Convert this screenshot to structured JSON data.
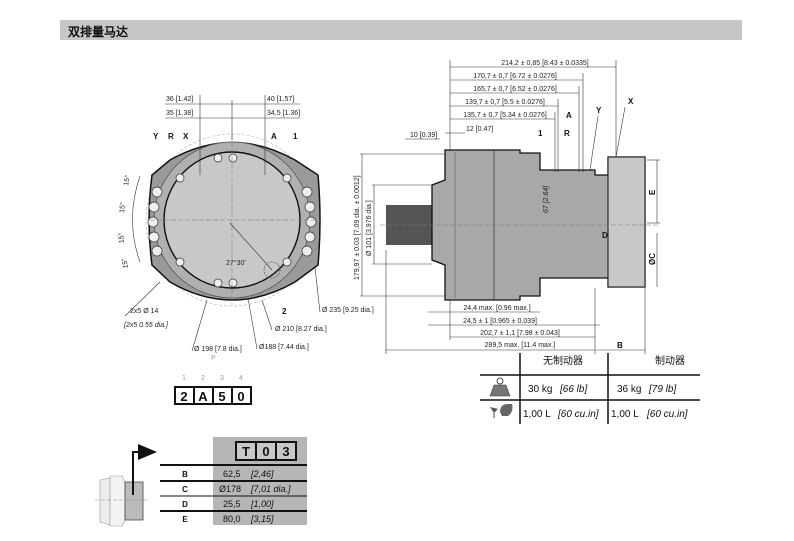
{
  "header": {
    "title": "双排量马达"
  },
  "front_view": {
    "dims": [
      "36 [1.42]",
      "35 [1.38]",
      "40 [1.57]",
      "34,5 [1.36]"
    ],
    "labels": [
      "Y",
      "R",
      "X",
      "A",
      "1",
      "2",
      "P"
    ],
    "angles": [
      "15°",
      "15°",
      "15°",
      "15°",
      "27°30'"
    ],
    "holes": "2x5 Ø 14",
    "holes_in": "[2x5 0.55 dia.]",
    "d235": "Ø 235 [9.25 dia.]",
    "d210": "Ø 210 [8.27 dia.]",
    "d198": "Ø 198 [7.8 dia.]",
    "d188": "Ø188 [7.44 dia.]"
  },
  "side_view": {
    "top_dims": [
      "214,2 ± 0,85 [8.43 ± 0.0335]",
      "170,7 ± 0,7 [6.72 ± 0.0276]",
      "165,7 ± 0,7 [6.52 ± 0.0276]",
      "139,7 ± 0,7 [5.5 ± 0.0276]",
      "135,7 ± 0,7 [5.34 ± 0.0276]"
    ],
    "d12": "12 [0.47]",
    "d10": "10 [0.39]",
    "labels": [
      "1",
      "R",
      "A",
      "Y",
      "X",
      "E",
      "D",
      "ØC",
      "B"
    ],
    "d179": "179,97 ± 0.03 [7.09 dia. ± 0.0012]",
    "d101": "Ø 101 [3.976 dia.]",
    "d67": "67 [2.64]",
    "bottom_dims": [
      "24,4 max. [0.96 max.]",
      "24,5 ± 1 [0.965 ± 0.039]",
      "202,7 ± 1,1 [7.98 ± 0.043]",
      "289,5 max. [11.4 max.]"
    ]
  },
  "spec_table": {
    "headers": [
      "无制动器",
      "制动器"
    ],
    "rows": [
      {
        "icon": "weight-icon",
        "values": [
          "30 kg",
          "36 kg"
        ],
        "imperial": [
          "[66 lb]",
          "[79 lb]"
        ]
      },
      {
        "icon": "oil-can-icon",
        "values": [
          "1,00 L",
          "1,00 L"
        ],
        "imperial": [
          "[60 cu.in]",
          "[60 cu.in]"
        ]
      }
    ]
  },
  "code": {
    "positions": [
      "1",
      "2",
      "3",
      "4"
    ],
    "chars": [
      "2",
      "A",
      "5",
      "0"
    ]
  },
  "brake_table": {
    "code": [
      "T",
      "0",
      "3"
    ],
    "rows": [
      {
        "label": "B",
        "value": "62,5",
        "imperial": "[2,46]"
      },
      {
        "label": "C",
        "value": "Ø178",
        "imperial": "[7,01 dia.]"
      },
      {
        "label": "D",
        "value": "25,5",
        "imperial": "[1,00]"
      },
      {
        "label": "E",
        "value": "80,0",
        "imperial": "[3,15]"
      }
    ]
  }
}
